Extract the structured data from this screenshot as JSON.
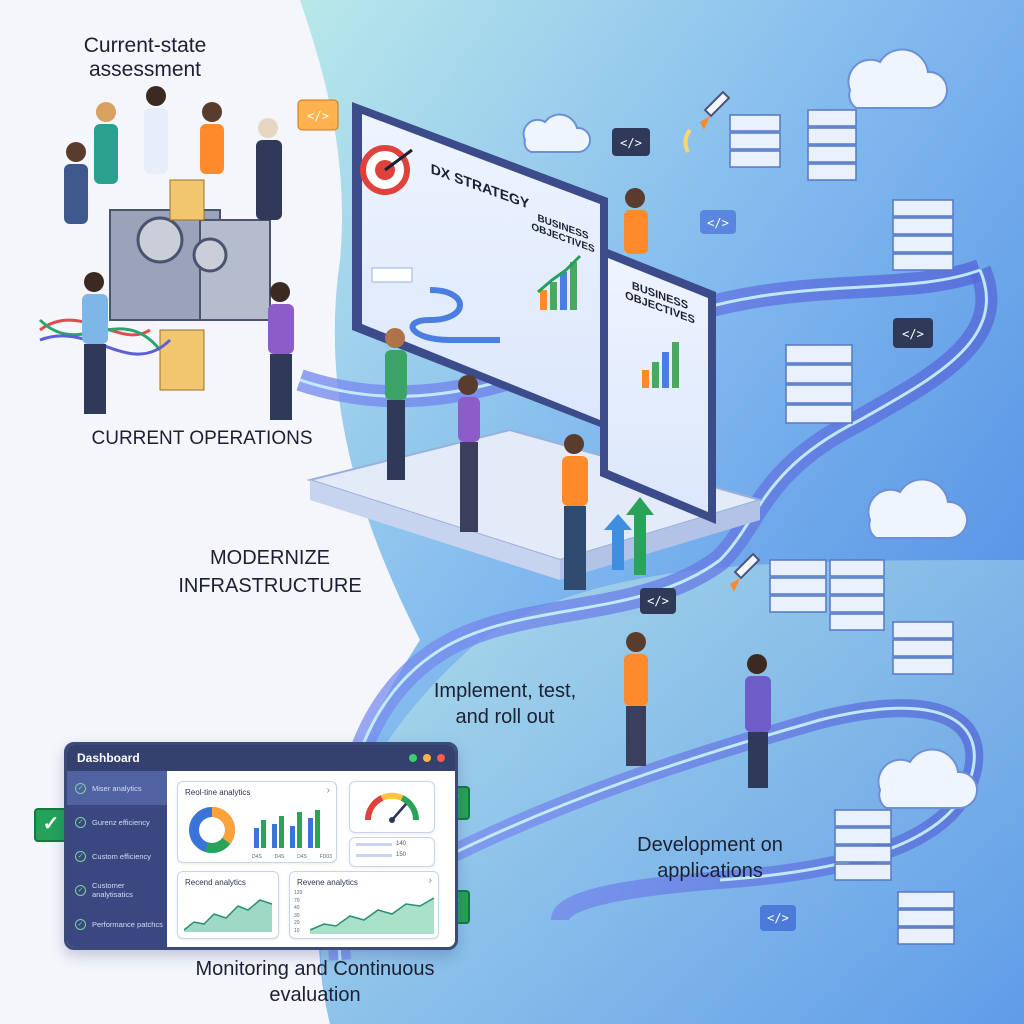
{
  "labels": {
    "assessment": "Current-state assessment",
    "operations": "CURRENT OPERATIONS",
    "modernize": "MODERNIZE INFRASTRUCTURE",
    "implement": "Implement, test, and roll out",
    "development": "Development on applications",
    "monitoring": "Monitoring and Continuous evaluation"
  },
  "board": {
    "left_title": "DX STRATEGY",
    "left_subtitle": "BUSINESS OBJECTIVES",
    "right_title": "BUSINESS OBJECTIVES"
  },
  "dashboard": {
    "title": "Dashboard",
    "sidebar": [
      {
        "label": "Miser analytics",
        "active": true
      },
      {
        "label": "Gurenz efficiency",
        "active": false
      },
      {
        "label": "Custom efficiency",
        "active": false
      },
      {
        "label": "Customer analytisatics",
        "active": false
      },
      {
        "label": "Performance patchcs",
        "active": false
      }
    ],
    "realtime_title": "Reol-tine analytics",
    "realtime_ticks": [
      "D4S",
      "D4S",
      "D4S",
      "FD03"
    ],
    "gauge_values": [
      "140",
      "150"
    ],
    "recend_title": "Recend analytics",
    "revenue_title": "Revene analytics",
    "revenue_ticks": [
      "120",
      "70",
      "40",
      "30",
      "20",
      "10"
    ]
  },
  "colors": {
    "accent": "#3a74d8",
    "success": "#23a35a",
    "dark": "#2c355c"
  }
}
